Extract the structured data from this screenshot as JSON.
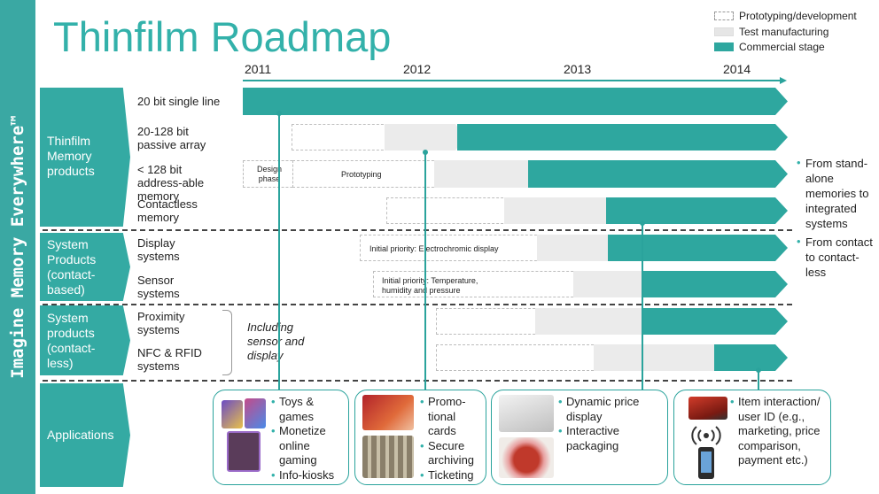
{
  "sidebar": {
    "text": "Imagine Memory Everywhere™"
  },
  "title": "Thinfilm Roadmap",
  "legend": {
    "prototyping": "Prototyping/development",
    "test": "Test manufacturing",
    "commercial": "Commercial stage"
  },
  "years": [
    "2011",
    "2012",
    "2013",
    "2014"
  ],
  "categories": {
    "memory": "Thinfilm Memory products",
    "contact": "System Products (contact-based)",
    "contactless": "System products (contact-less)",
    "applications": "Applications"
  },
  "rows": {
    "r1": "20 bit single line",
    "r2": "20-128 bit passive array",
    "r3": "< 128 bit address-able memory",
    "r4": "Contactless memory",
    "r5": "Display systems",
    "r6": "Sensor systems",
    "r7": "Proximity systems",
    "r8": "NFC & RFID systems"
  },
  "bar_text": {
    "design": "Design phase",
    "prototyping": "Prototyping",
    "electro": "Initial priority: Electrochromic display",
    "sensor": "Initial priority: Temperature, humidity and pressure"
  },
  "bracket_label": "Including sensor and display",
  "notes": {
    "n1": "From stand-alone memories to integrated systems",
    "n2": "From contact to contact-less"
  },
  "apps": {
    "a1": [
      "Toys & games",
      "Monetize online gaming",
      "Info-kiosks"
    ],
    "a2": [
      "Promo-tional cards",
      "Secure archiving",
      "Ticketing"
    ],
    "a3": [
      "Dynamic price display",
      "Interactive packaging"
    ],
    "a4": [
      "Item interaction/ user ID (e.g., marketing, price comparison, payment etc.)"
    ]
  },
  "colors": {
    "teal": "#2ea79f",
    "grey": "#ebebeb",
    "title": "#33b1aa"
  }
}
